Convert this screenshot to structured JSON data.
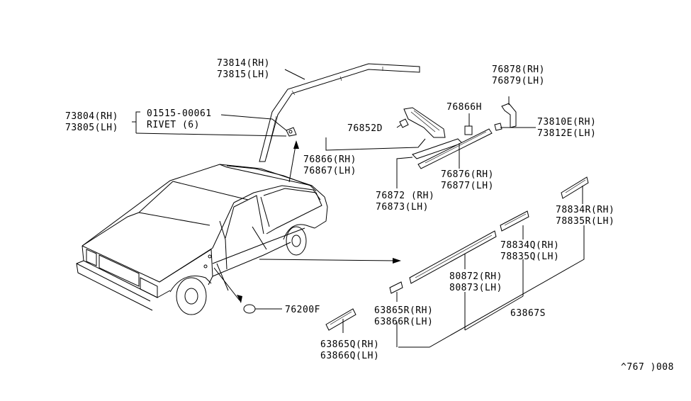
{
  "labels": {
    "p73814": "73814(RH)",
    "p73815": "73815(LH)",
    "p73804": "73804(RH)",
    "p73805": "73805(LH)",
    "p01515": "01515-00061",
    "rivet": "RIVET (6)",
    "p76852d": "76852D",
    "p76866rh": "76866(RH)",
    "p76867lh": "76867(LH)",
    "p76866h": "76866H",
    "p76878": "76878(RH)",
    "p76879": "76879(LH)",
    "p73810e": "73810E(RH)",
    "p73812e": "73812E(LH)",
    "p76876": "76876(RH)",
    "p76877": "76877(LH)",
    "p76872": "76872 (RH)",
    "p76873": "76873(LH)",
    "p78834r": "78834R(RH)",
    "p78835r": "78835R(LH)",
    "p78834q": "78834Q(RH)",
    "p78835q": "78835Q(LH)",
    "p80872": "80872(RH)",
    "p80873": "80873(LH)",
    "p63865r": "63865R(RH)",
    "p63866r": "63866R(LH)",
    "p63867s": "63867S",
    "p63865q": "63865Q(RH)",
    "p63866q": "63866Q(LH)",
    "p76200f": "76200F",
    "ref": "^767 )008"
  }
}
